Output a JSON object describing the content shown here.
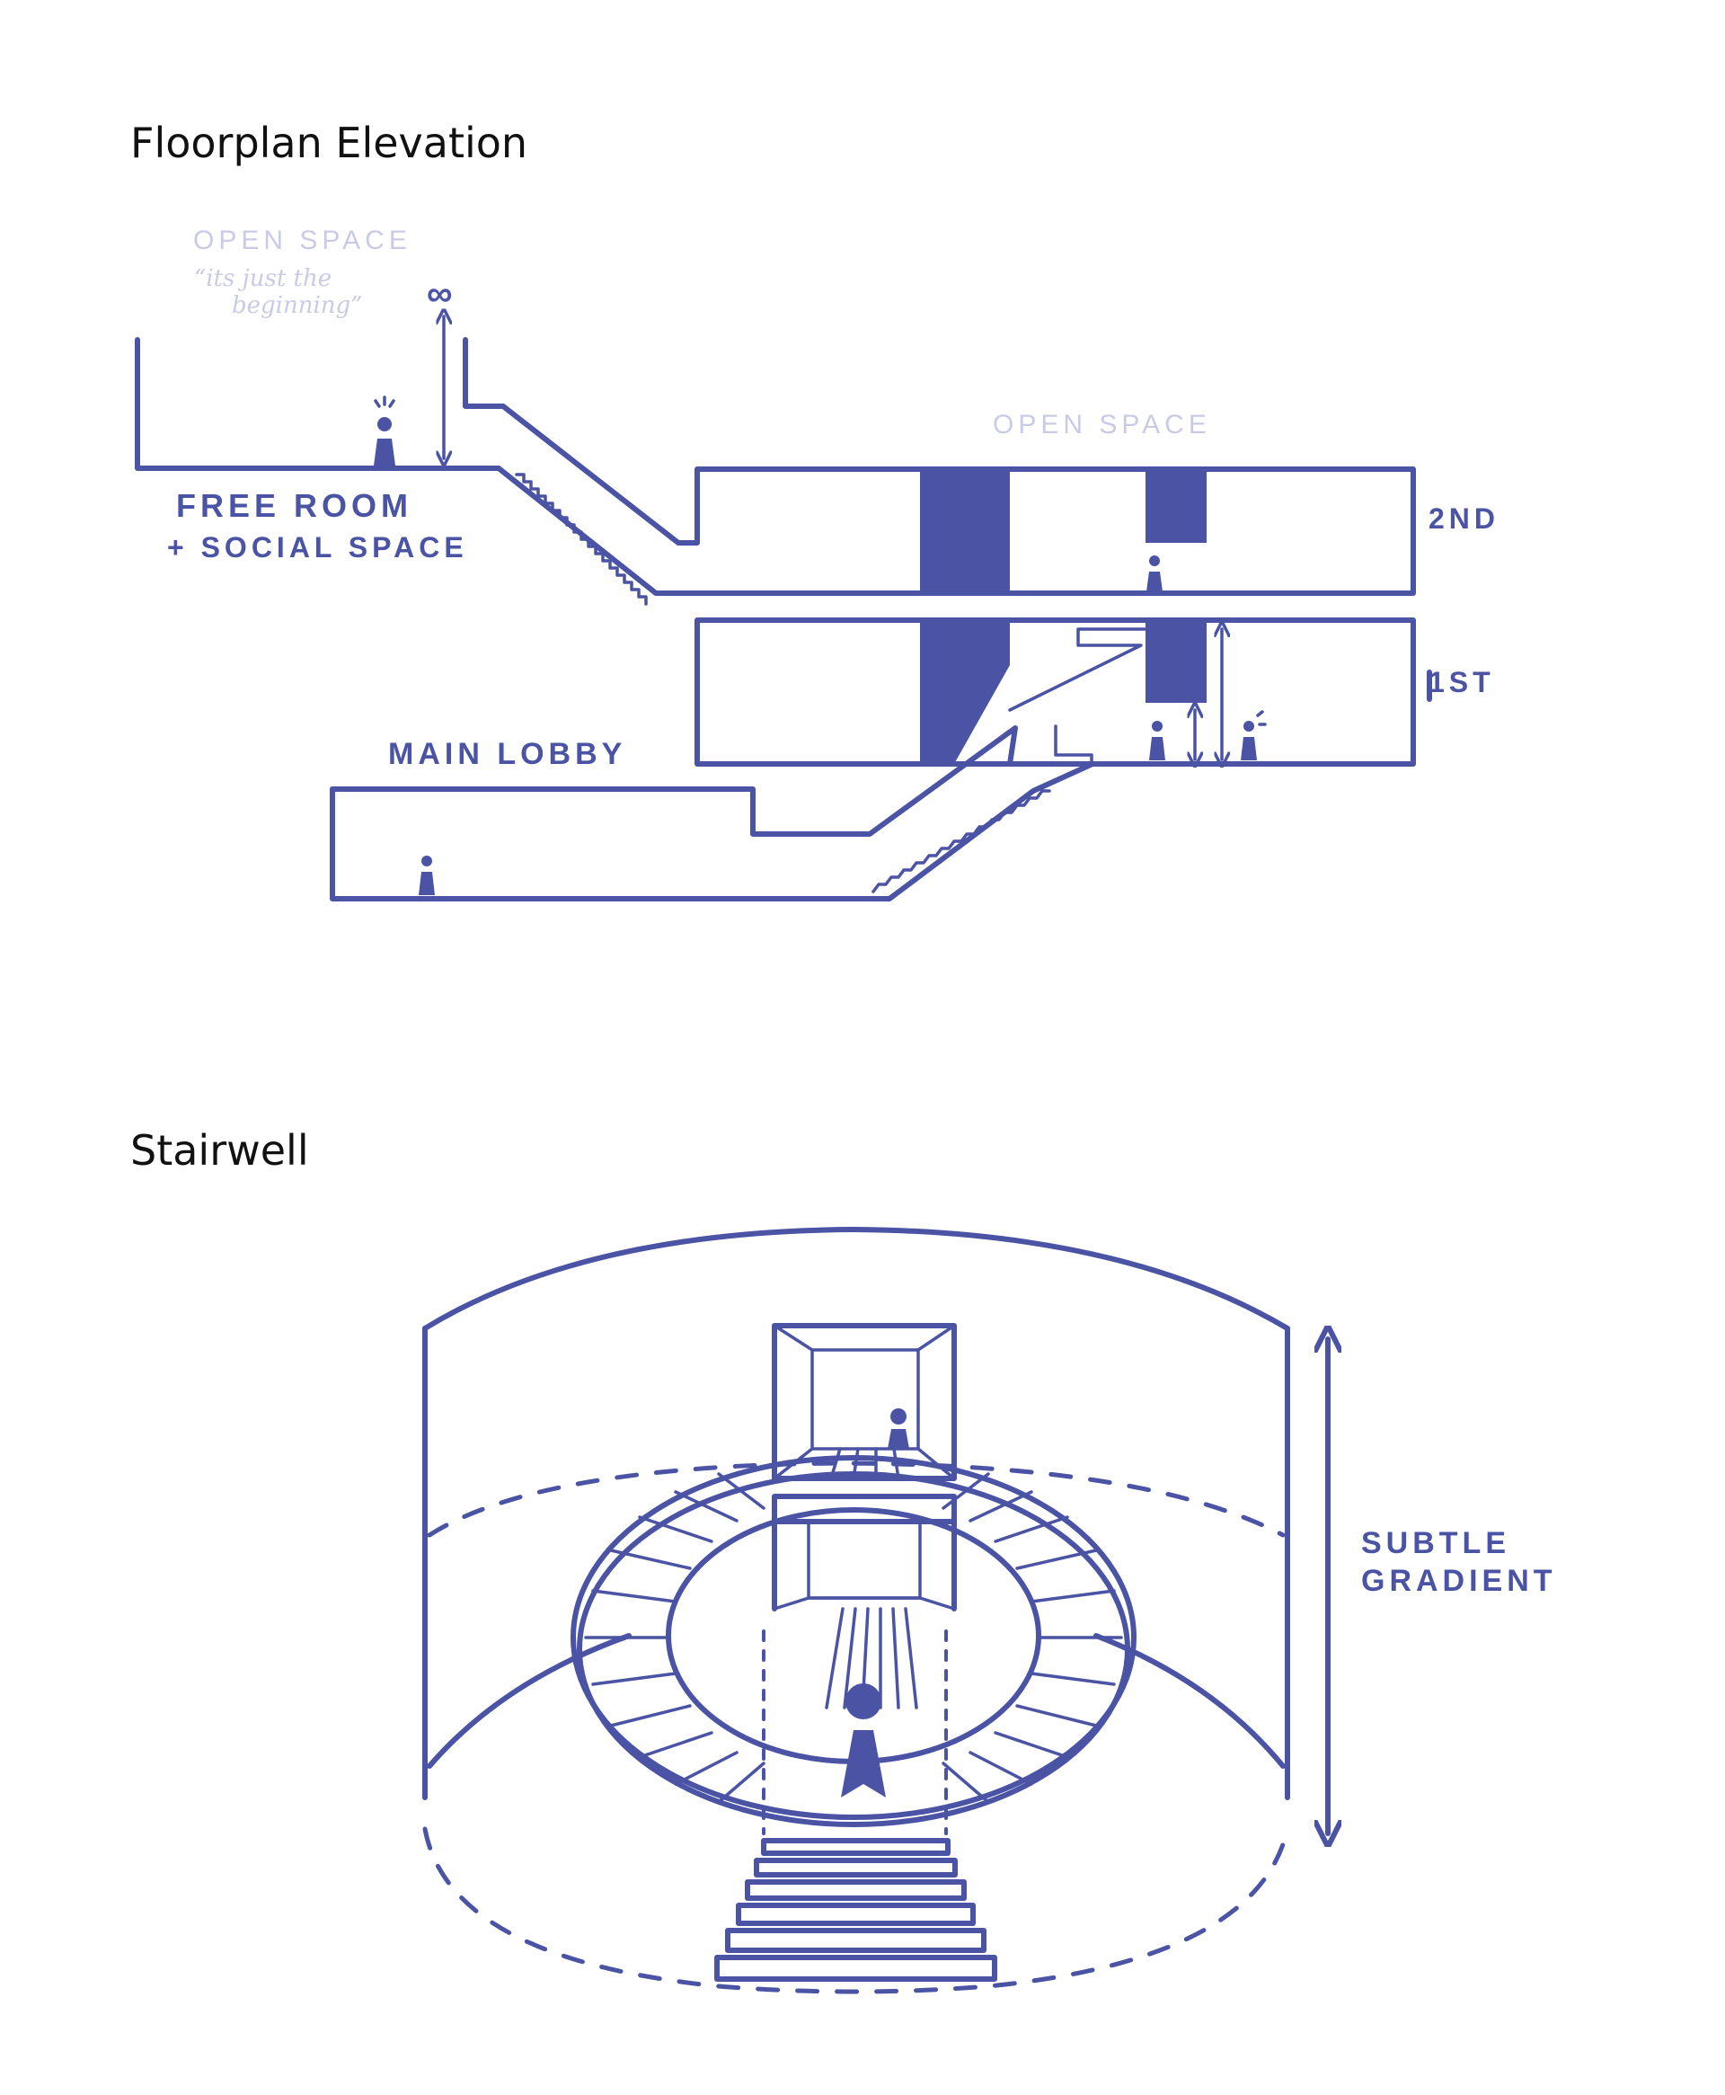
{
  "sections": [
    {
      "title": "Floorplan Elevation"
    },
    {
      "title": "Stairwell"
    }
  ],
  "floorplan": {
    "labels": {
      "open_space_top": "OPEN SPACE",
      "open_space_note_line1": "“its just the",
      "open_space_note_line2": "beginning”",
      "infinity": "∞",
      "free_room_line1": "FREE ROOM",
      "free_room_line2": "+ SOCIAL SPACE",
      "open_space_mid": "OPEN SPACE",
      "floor_2nd": "2ND",
      "floor_1st": "1ST",
      "main_lobby": "MAIN LOBBY"
    }
  },
  "stairwell": {
    "labels": {
      "gradient_line1": "SUBTLE",
      "gradient_line2": "GRADIENT"
    }
  },
  "colors": {
    "ink": "#4a53a4",
    "faint": "#c9cbe6",
    "title": "#111111"
  }
}
